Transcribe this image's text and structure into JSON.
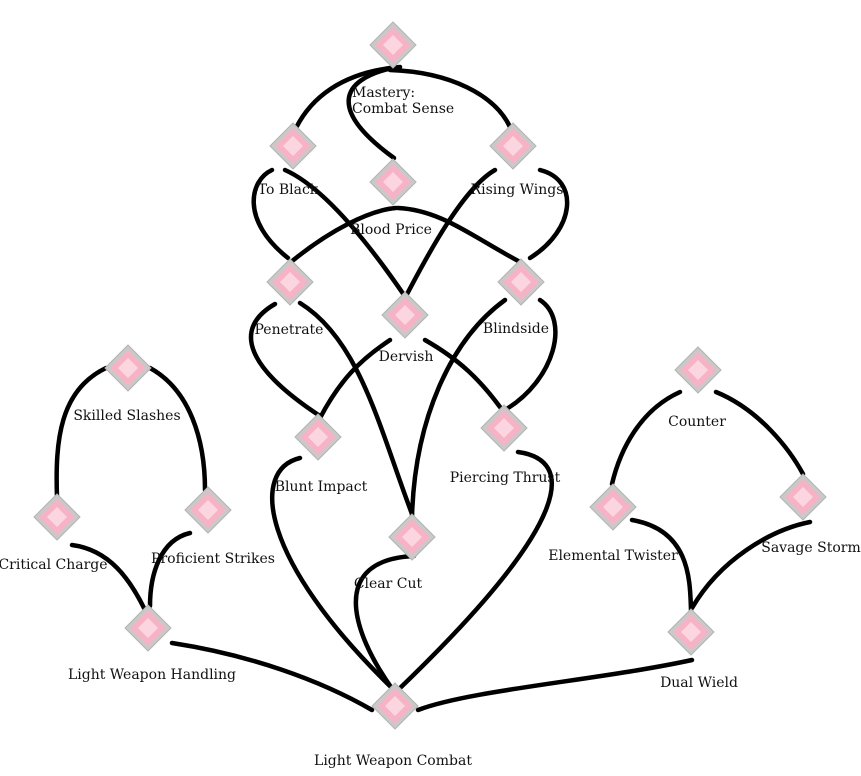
{
  "colors": {
    "edge": "#000000",
    "node_fill": "#f6b3c6",
    "node_border": "#c9c9c9",
    "label": "#111111",
    "background": "#ffffff"
  },
  "nodes": [
    {
      "id": "mastery",
      "label": [
        "Mastery:",
        "Combat Sense"
      ]
    },
    {
      "id": "to_black",
      "label": [
        "To Black"
      ]
    },
    {
      "id": "blood_price",
      "label": [
        "Blood Price"
      ]
    },
    {
      "id": "rising_wings",
      "label": [
        "Rising Wings"
      ]
    },
    {
      "id": "penetrate",
      "label": [
        "Penetrate"
      ]
    },
    {
      "id": "dervish",
      "label": [
        "Dervish"
      ]
    },
    {
      "id": "blindside",
      "label": [
        "Blindside"
      ]
    },
    {
      "id": "blunt_impact",
      "label": [
        "Blunt Impact"
      ]
    },
    {
      "id": "piercing_thrust",
      "label": [
        "Piercing Thrust"
      ]
    },
    {
      "id": "clear_cut",
      "label": [
        "Clear Cut"
      ]
    },
    {
      "id": "skilled_slashes",
      "label": [
        "Skilled Slashes"
      ]
    },
    {
      "id": "critical_charge",
      "label": [
        "Critical Charge"
      ]
    },
    {
      "id": "proficient_strikes",
      "label": [
        "Proficient Strikes"
      ]
    },
    {
      "id": "light_weapon_handling",
      "label": [
        "Light Weapon Handling"
      ]
    },
    {
      "id": "counter",
      "label": [
        "Counter"
      ]
    },
    {
      "id": "elemental_twister",
      "label": [
        "Elemental Twister"
      ]
    },
    {
      "id": "savage_storm",
      "label": [
        "Savage Storm"
      ]
    },
    {
      "id": "dual_wield",
      "label": [
        "Dual Wield"
      ]
    },
    {
      "id": "light_weapon_combat",
      "label": [
        "Light Weapon Combat"
      ]
    }
  ],
  "edges": [
    [
      "mastery",
      "to_black"
    ],
    [
      "mastery",
      "rising_wings"
    ],
    [
      "mastery",
      "blood_price"
    ],
    [
      "to_black",
      "penetrate"
    ],
    [
      "to_black",
      "dervish"
    ],
    [
      "rising_wings",
      "blindside"
    ],
    [
      "rising_wings",
      "dervish"
    ],
    [
      "blood_price",
      "penetrate"
    ],
    [
      "blood_price",
      "blindside"
    ],
    [
      "penetrate",
      "blunt_impact"
    ],
    [
      "penetrate",
      "clear_cut"
    ],
    [
      "dervish",
      "blunt_impact"
    ],
    [
      "dervish",
      "piercing_thrust"
    ],
    [
      "blindside",
      "piercing_thrust"
    ],
    [
      "blindside",
      "clear_cut"
    ],
    [
      "blunt_impact",
      "light_weapon_combat"
    ],
    [
      "piercing_thrust",
      "light_weapon_combat"
    ],
    [
      "clear_cut",
      "light_weapon_combat"
    ],
    [
      "skilled_slashes",
      "critical_charge"
    ],
    [
      "skilled_slashes",
      "proficient_strikes"
    ],
    [
      "critical_charge",
      "light_weapon_handling"
    ],
    [
      "proficient_strikes",
      "light_weapon_handling"
    ],
    [
      "light_weapon_handling",
      "light_weapon_combat"
    ],
    [
      "counter",
      "elemental_twister"
    ],
    [
      "counter",
      "savage_storm"
    ],
    [
      "elemental_twister",
      "dual_wield"
    ],
    [
      "savage_storm",
      "dual_wield"
    ],
    [
      "dual_wield",
      "light_weapon_combat"
    ]
  ]
}
